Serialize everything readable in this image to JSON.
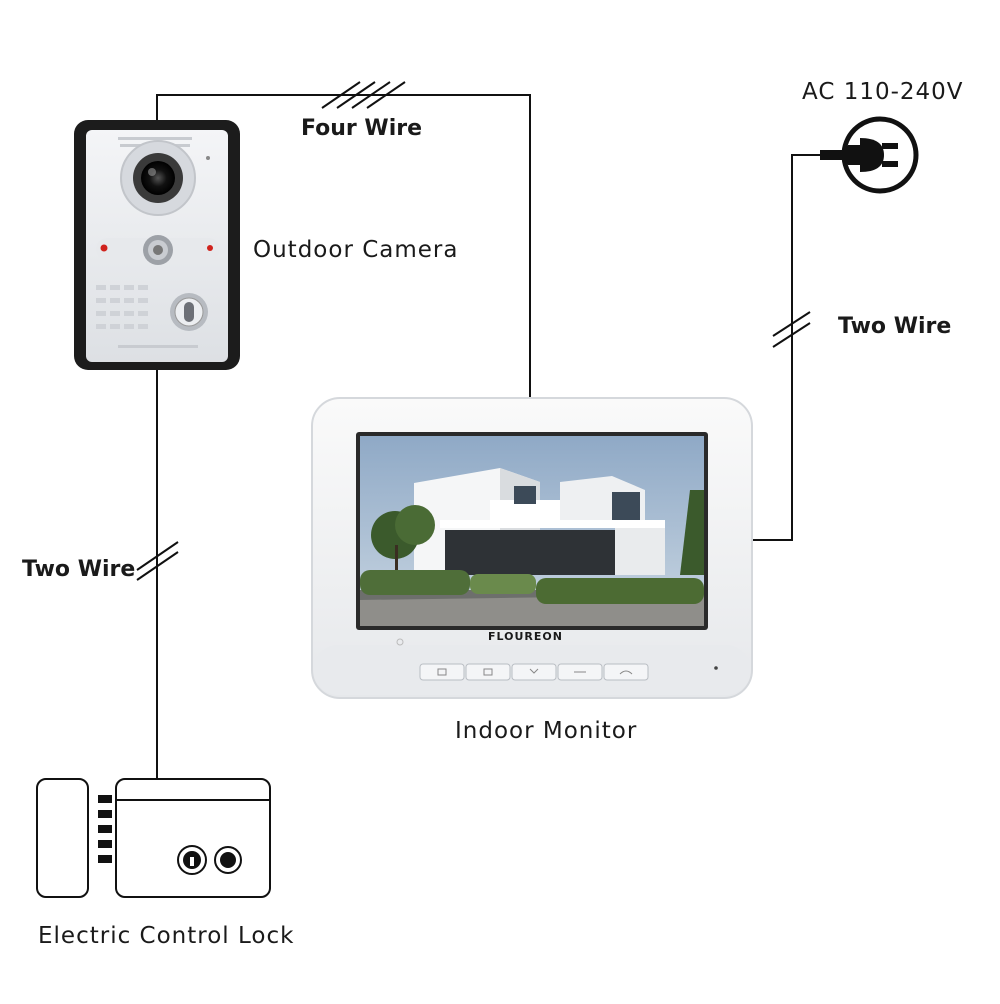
{
  "labels": {
    "four_wire": "Four Wire",
    "outdoor_camera": "Outdoor Camera",
    "ac_power": "AC 110-240V",
    "two_wire_right": "Two Wire",
    "two_wire_left": "Two Wire",
    "indoor_monitor": "Indoor Monitor",
    "electric_lock": "Electric Control Lock"
  },
  "brand": {
    "logo": "FLOUREON"
  },
  "icons": {
    "power_plug": "power-plug-icon",
    "wire_break": "wire-break-icon"
  },
  "colors": {
    "wire": "#111111",
    "camera_frame": "#1c1c1c",
    "device_body": "#f2f3f5",
    "sky": "#a8bdd4"
  }
}
